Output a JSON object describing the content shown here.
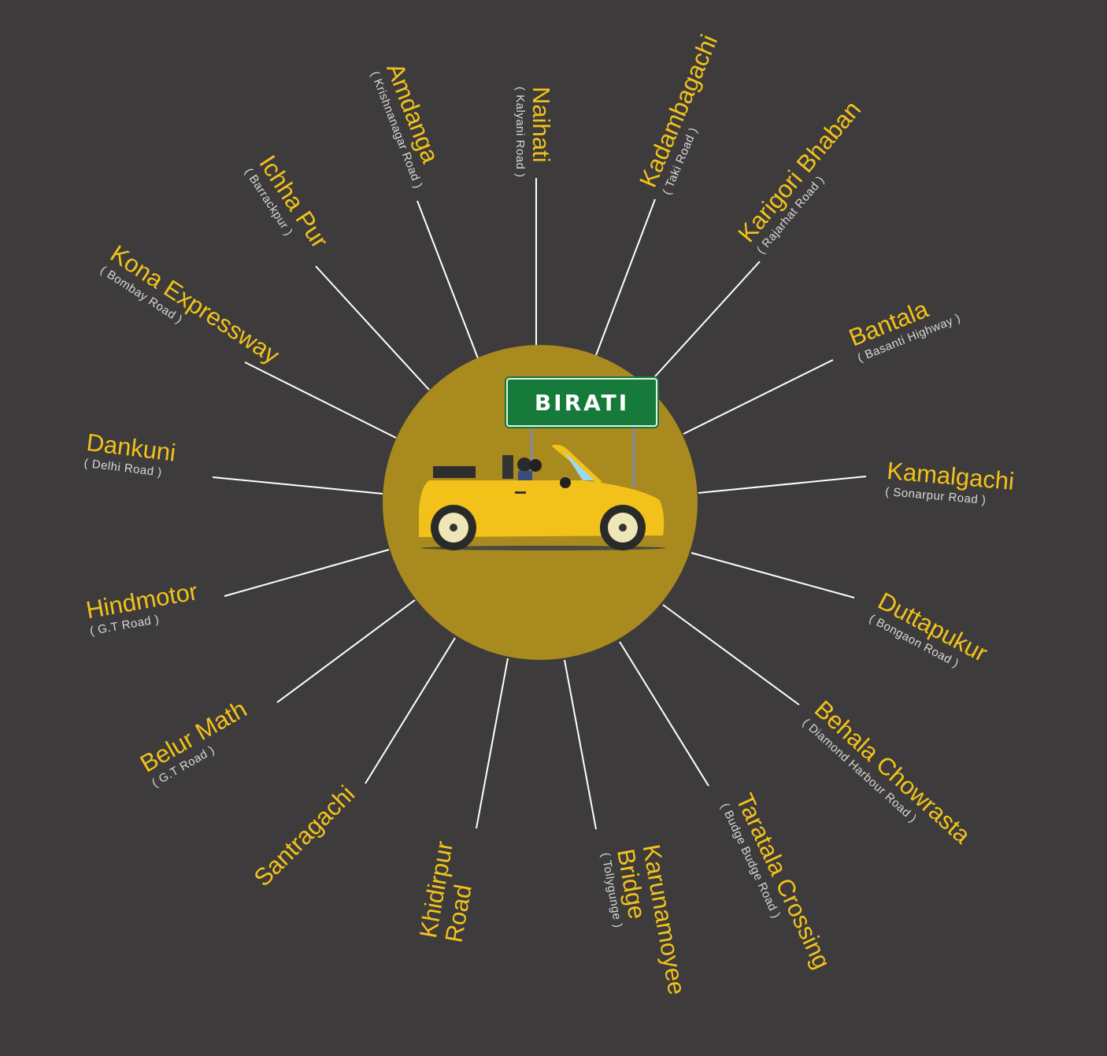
{
  "center": {
    "sign_text": "BIRATI",
    "hub_color": "#a88a1e",
    "text_color": "#f2c21a"
  },
  "destinations": [
    {
      "name": "Naihati",
      "road": "( Kalyani Road )"
    },
    {
      "name": "Amdanga",
      "road": "( Krishnanagar Road )"
    },
    {
      "name": "Ichha Pur",
      "road": "( Barrackpur )"
    },
    {
      "name": "Kona Expressway",
      "road": "( Bombay Road )"
    },
    {
      "name": "Dankuni",
      "road": "( Delhi Road )"
    },
    {
      "name": "Hindmotor",
      "road": "( G.T Road )"
    },
    {
      "name": "Belur Math",
      "road": "( G.T Road )"
    },
    {
      "name": "Santragachi",
      "road": ""
    },
    {
      "name": "Khidirpur\nRoad",
      "road": ""
    },
    {
      "name": "Karunamoyee\nBridge",
      "road": "( Tollygunge )"
    },
    {
      "name": "Taratala Crossing",
      "road": "( Budge Budge Road )"
    },
    {
      "name": "Behala Chowrasta",
      "road": "( Diamond Harbour Road )"
    },
    {
      "name": "Duttapukur",
      "road": "( Bongaon Road )"
    },
    {
      "name": "Kamalgachi",
      "road": "( Sonarpur Road )"
    },
    {
      "name": "Bantala",
      "road": "( Basanti Highway )"
    },
    {
      "name": "Karigori Bhaban",
      "road": "( Rajarhat Road )"
    },
    {
      "name": "Kadambagachi",
      "road": "( Taki Road )"
    }
  ]
}
